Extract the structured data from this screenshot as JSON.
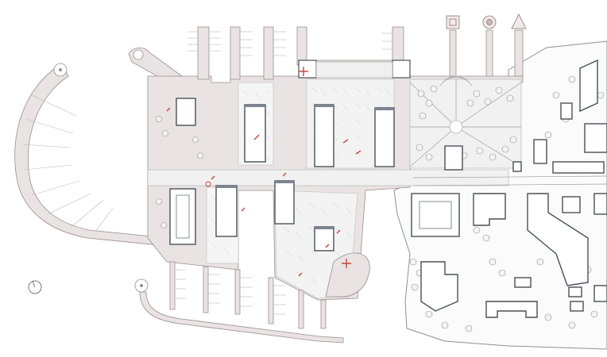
{
  "map": {
    "legend_symbols": [
      "square-symbol",
      "circle-symbol",
      "triangle-symbol"
    ],
    "colors": {
      "pier": "#e9e3e3",
      "building": "#ffffff",
      "accent": "#c9463d",
      "outline": "#4a4f57"
    }
  }
}
